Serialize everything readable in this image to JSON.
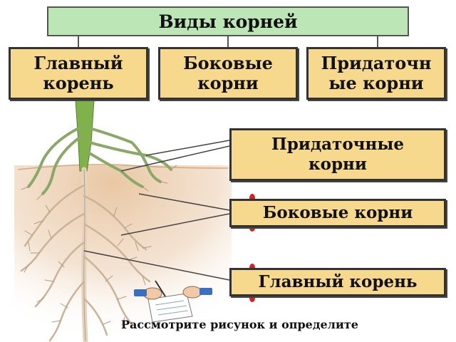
{
  "title": "Виды корней",
  "categories": [
    {
      "line1": "Главный",
      "line2": "корень"
    },
    {
      "line1": "Боковые",
      "line2": "корни"
    },
    {
      "line1": "Придаточн",
      "line2": "ые корни"
    }
  ],
  "labels": {
    "adventitious": {
      "line1": "Придаточные",
      "line2": "корни"
    },
    "lateral": "Боковые корни",
    "main": "Главный корень"
  },
  "caption": "Рассмотрите рисунок и определите",
  "colors": {
    "title_bg": "#bde6b7",
    "box_bg": "#f6d98c",
    "soil": "#e9c7a4",
    "stem": "#7fb24a",
    "marker": "#dd1f1f"
  },
  "icons": [
    "writing-hands-icon"
  ]
}
